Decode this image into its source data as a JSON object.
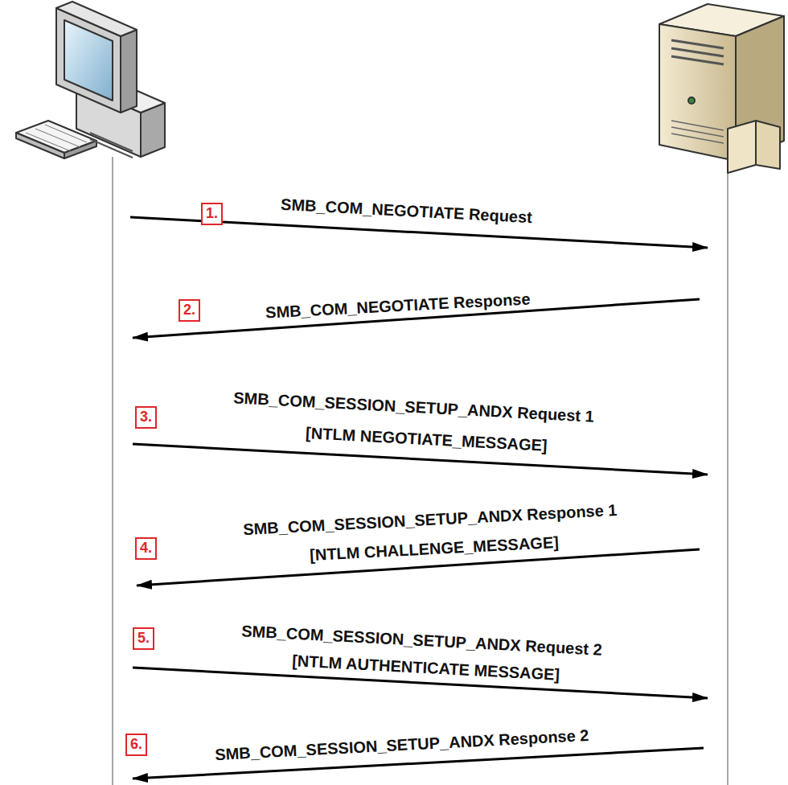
{
  "diagram": {
    "labels": [
      "1.",
      "SMB_COM_NEGOTIATE Request",
      "2.",
      "SMB_COM_NEGOTIATE Response",
      "3.",
      "SMB_COM_SESSION_SETUP_ANDX Request 1",
      "[NTLM NEGOTIATE_MESSAGE]",
      "4.",
      "SMB_COM_SESSION_SETUP_ANDX Response 1",
      "[NTLM CHALLENGE_MESSAGE]",
      "5.",
      "SMB_COM_SESSION_SETUP_ANDX Request 2",
      "[NTLM AUTHENTICATE MESSAGE]",
      "6.",
      "SMB_COM_SESSION_SETUP_ANDX Response 2"
    ]
  }
}
